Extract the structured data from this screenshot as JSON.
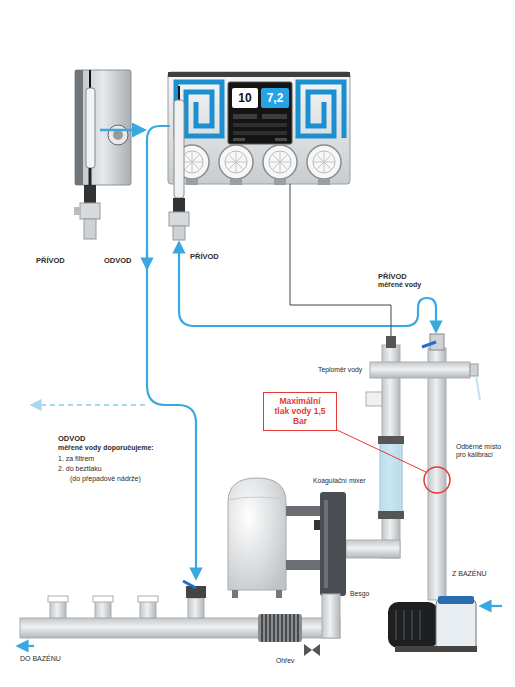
{
  "diagram": {
    "nodes": [
      {
        "text": [
          "10"
        ]
      },
      {
        "text": [
          "7,2"
        ]
      },
      {
        "text": [
          "Maximální tlak vody 1,5 Bar"
        ]
      }
    ],
    "labels": [
      "PŘÍVOD",
      "ODVOD",
      "PŘÍVOD",
      "PŘÍVOD",
      "měřené vody",
      "Teploměr vody",
      "ODVOD",
      "měřené vody doporučujeme:",
      "1. za filtrem",
      "2. do beztlaku",
      "(do přepadové nádrže)",
      "Odběrné místo pro kalibraci",
      "Koagulační mixer",
      "Besgo",
      "Z BAZÉNU",
      "DO BAZÉNU",
      "Ohřev"
    ]
  }
}
